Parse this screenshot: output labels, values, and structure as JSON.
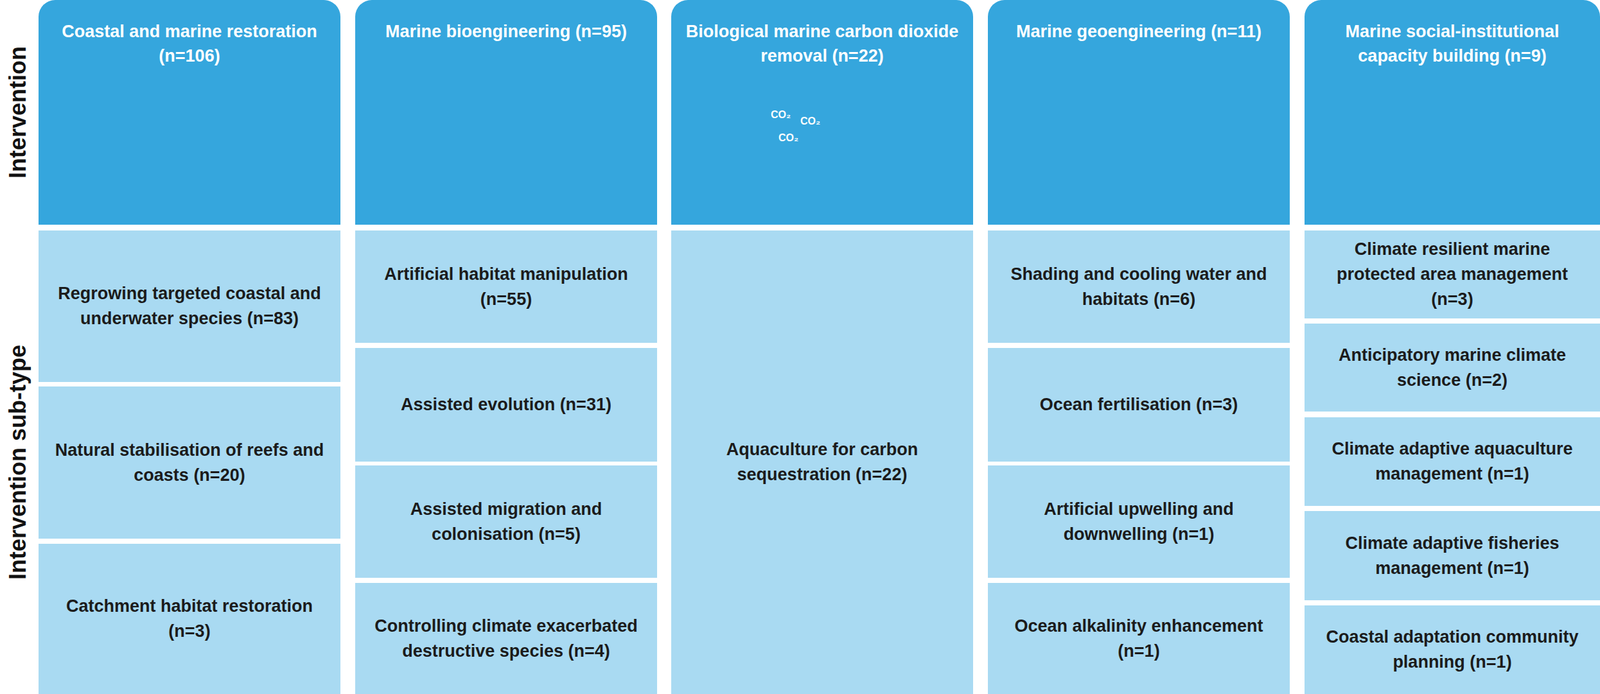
{
  "diagram": {
    "nodes": [
      {
        "text": [
          "Coastal and marine restoration (n=106)"
        ]
      },
      {
        "text": [
          "Marine bioengineering (n=95)"
        ]
      },
      {
        "text": [
          "Biological marine carbon dioxide removal (n=22)"
        ]
      },
      {
        "text": [
          "Marine geoengineering (n=11)"
        ]
      },
      {
        "text": [
          "Marine social-institutional capacity building (n=9)"
        ]
      },
      {
        "text": [
          "Regrowing targeted coastal and underwater species (n=83)"
        ]
      },
      {
        "text": [
          "Natural stabilisation of reefs and coasts (n=20)"
        ]
      },
      {
        "text": [
          "Catchment habitat restoration (n=3)"
        ]
      },
      {
        "text": [
          "Artificial habitat manipulation (n=55)"
        ]
      },
      {
        "text": [
          "Assisted evolution (n=31)"
        ]
      },
      {
        "text": [
          "Assisted migration and colonisation (n=5)"
        ]
      },
      {
        "text": [
          "Controlling climate exacerbated destructive species (n=4)"
        ]
      },
      {
        "text": [
          "Aquaculture for carbon sequestration (n=22)"
        ]
      },
      {
        "text": [
          "Shading and cooling water and habitats (n=6)"
        ]
      },
      {
        "text": [
          "Ocean fertilisation (n=3)"
        ]
      },
      {
        "text": [
          "Artificial upwelling and downwelling (n=1)"
        ]
      },
      {
        "text": [
          "Ocean alkalinity enhancement (n=1)"
        ]
      },
      {
        "text": [
          "Climate resilient marine protected area management (n=3)"
        ]
      },
      {
        "text": [
          "Anticipatory marine climate science (n=2)"
        ]
      },
      {
        "text": [
          "Climate adaptive aquaculture management (n=1)"
        ]
      },
      {
        "text": [
          "Climate adaptive fisheries management (n=1)"
        ]
      },
      {
        "text": [
          "Coastal adaptation community planning (n=1)"
        ]
      }
    ],
    "edges": [],
    "labels": [
      "Intervention",
      "Intervention sub-type",
      "CO₂",
      "CO₂",
      "CO₂"
    ]
  }
}
